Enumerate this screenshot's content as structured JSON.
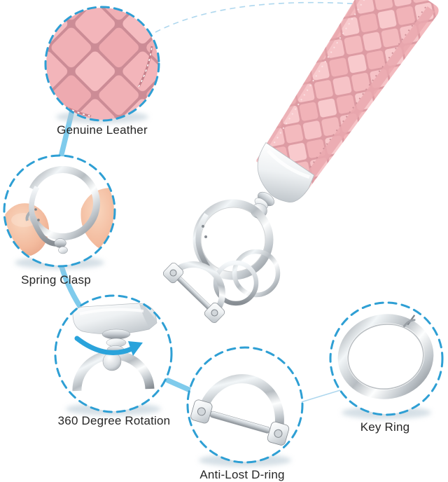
{
  "callouts": [
    {
      "id": "genuine-leather",
      "label": "Genuine Leather"
    },
    {
      "id": "spring-clasp",
      "label": "Spring Clasp"
    },
    {
      "id": "rotation-360",
      "label": "360 Degree Rotation"
    },
    {
      "id": "anti-lost-d-ring",
      "label": "Anti-Lost D-ring"
    },
    {
      "id": "key-ring",
      "label": "Key Ring"
    }
  ],
  "colors": {
    "background": "#ffffff",
    "callout_dash_blue": "#2e9fd4",
    "connector_blue": "#7fcbec",
    "connector_thin_blue": "#aed7ee",
    "rotation_arrow_blue": "#2aa3db",
    "leather_pink": "#f4bcc0",
    "leather_pink_dark": "#d2939b",
    "chrome_light": "#f4f7f9",
    "chrome_dark": "#82888e",
    "skin_tone": "#f3bb9e",
    "label_text": "#262626"
  }
}
